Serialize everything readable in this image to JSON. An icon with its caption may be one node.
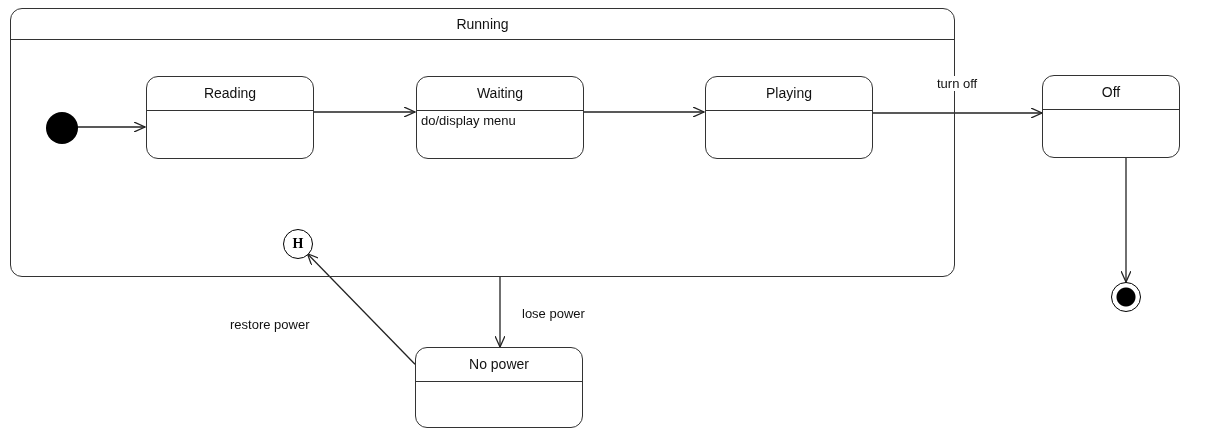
{
  "diagram": {
    "nodes": [
      {
        "text": [
          "Running"
        ]
      },
      {
        "text": [],
        "shape": "circle",
        "in": 0
      },
      {
        "text": [
          "Reading"
        ],
        "in": 0
      },
      {
        "text": [
          "Waiting",
          "do/display menu"
        ],
        "in": 0
      },
      {
        "text": [
          "Playing"
        ],
        "in": 0
      },
      {
        "text": [
          "H"
        ],
        "in": 0
      },
      {
        "text": [
          "Off"
        ]
      },
      {
        "text": [],
        "shape": "circle"
      },
      {
        "text": [
          "No power"
        ]
      }
    ],
    "edges": [
      {
        "from": 1,
        "to": 2,
        "arrow": "to"
      },
      {
        "from": 2,
        "to": 3,
        "arrow": "to"
      },
      {
        "from": 3,
        "to": 4,
        "arrow": "to"
      },
      {
        "from": 4,
        "to": 6,
        "arrow": "to",
        "label": "turn off"
      },
      {
        "from": 6,
        "to": 7,
        "arrow": "to"
      },
      {
        "from": 0,
        "to": 8,
        "arrow": "to",
        "label": "lose power"
      },
      {
        "from": 8,
        "to": 5,
        "arrow": "to",
        "label": "restore power"
      }
    ]
  }
}
